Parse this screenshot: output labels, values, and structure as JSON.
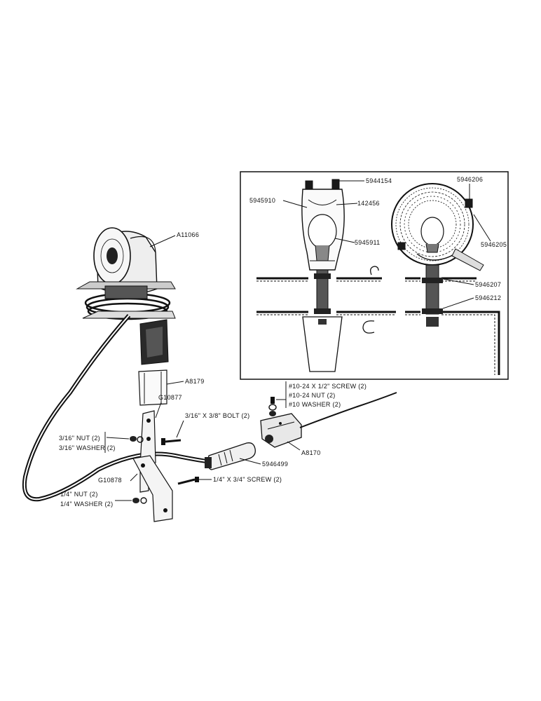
{
  "parts": {
    "reel": "A11066",
    "bracket_block": "A8179",
    "upper_bracket": "G10877",
    "lower_bracket": "G10878",
    "connector": "5946499",
    "socket": "A8170",
    "lamp_housing": "5945910",
    "lamp_top": "5944154",
    "bulb": "142456",
    "lamp_base": "5945911",
    "reflector_clip": "5946206",
    "reflector_rim": "5946205",
    "mount_bolt": "5946207",
    "mount_nut": "5946212"
  },
  "hardware": {
    "bolt": "3/16\" X 3/8\" BOLT (2)",
    "nut_3_16": "3/16\" NUT (2)",
    "washer_3_16": "3/16\" WASHER (2)",
    "screw_quarter": "1/4\" X 3/4\" SCREW (2)",
    "nut_quarter": "1/4\" NUT (2)",
    "washer_quarter": "1/4\" WASHER (2)",
    "screw_10_24": "#10-24 X 1/2\" SCREW (2)",
    "nut_10_24": "#10-24 NUT (2)",
    "washer_10": "#10 WASHER (2)"
  }
}
